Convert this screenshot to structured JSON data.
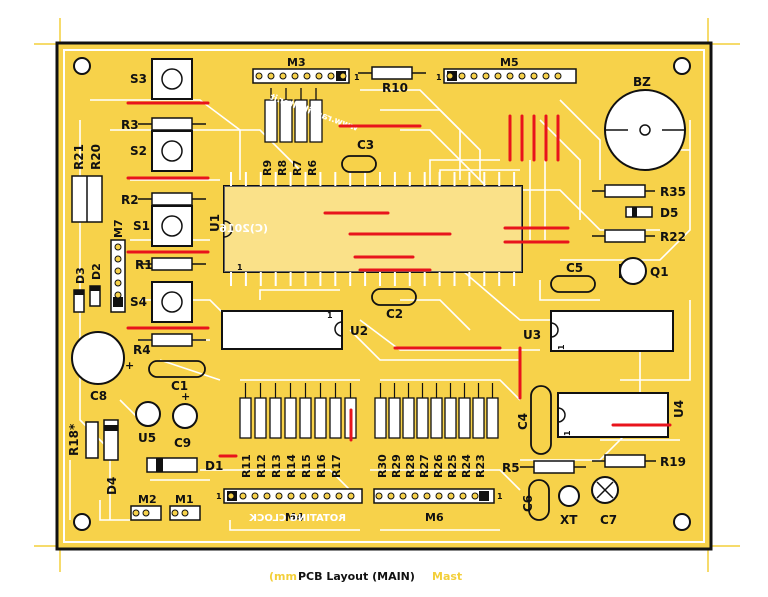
{
  "colors": {
    "board": "#f7d24a",
    "trace": "#ffffff",
    "jumper": "#e8141c",
    "outline": "#111111",
    "silk": "#ffffff",
    "marker": "#f3cf3a"
  },
  "layout_title": "PCB Layout (MAIN)",
  "caption_mirrored": "(mm PCB Layout (MAIN) Mast",
  "mirrored_texts": {
    "rotating_clock": "ROTATING CLOCK",
    "copyright": "(C)2016",
    "website": "www.raspibolter.it"
  },
  "components": {
    "M3": "M3",
    "M5": "M5",
    "M4": "M4",
    "M6": "M6",
    "M7": "M7",
    "M1": "M1",
    "M2": "M2",
    "R10": "R10",
    "BZ": "BZ",
    "S3": "S3",
    "S2": "S2",
    "S1": "S1",
    "S4": "S4",
    "R3": "R3",
    "R2": "R2",
    "R1": "R1",
    "R4": "R4",
    "R21": "R21",
    "R20": "R20",
    "R9": "R9",
    "R8": "R8",
    "R7": "R7",
    "R6": "R6",
    "C3": "C3",
    "C2": "C2",
    "C1": "C1",
    "C5": "C5",
    "C4": "C4",
    "C6": "C6",
    "C7": "C7",
    "C8": "C8",
    "C9": "C9",
    "U1": "U1",
    "U2": "U2",
    "U3": "U3",
    "U4": "U4",
    "U5": "U5",
    "R35": "R35",
    "D5": "D5",
    "R22": "R22",
    "Q1": "Q1",
    "D3": "D3",
    "D2": "D2",
    "D1": "D1",
    "D4": "D4",
    "R18": "R18*",
    "R19": "R19",
    "R5": "R5",
    "XT": "XT",
    "R11": "R11",
    "R12": "R12",
    "R13": "R13",
    "R14": "R14",
    "R15": "R15",
    "R16": "R16",
    "R17": "R17",
    "R30": "R30",
    "R29": "R29",
    "R28": "R28",
    "R27": "R27",
    "R26": "R26",
    "R25": "R25",
    "R24": "R24",
    "R23": "R23"
  },
  "pin_labels": {
    "one": "1",
    "plus": "+"
  }
}
